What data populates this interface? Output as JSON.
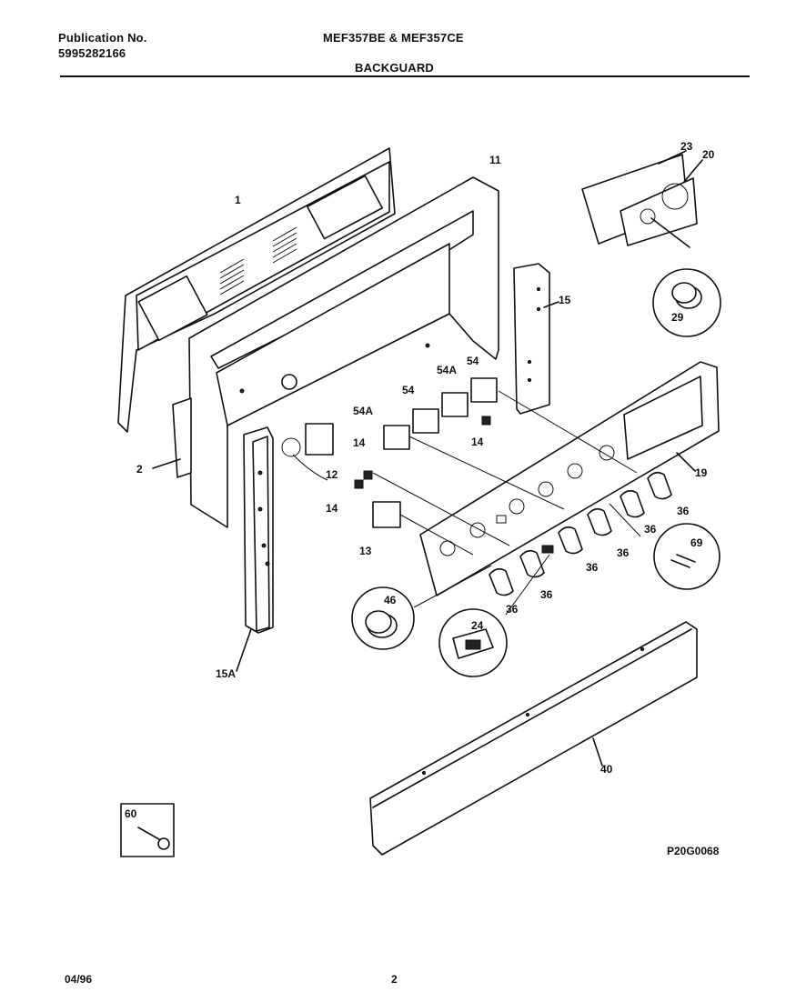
{
  "header": {
    "publication_label": "Publication No.",
    "publication_number": "5995282166",
    "model": "MEF357BE & MEF357CE",
    "section": "BACKGUARD"
  },
  "callouts": {
    "c1": "1",
    "c2": "2",
    "c11": "11",
    "c12": "12",
    "c13": "13",
    "c14a": "14",
    "c14b": "14",
    "c14c": "14",
    "c15": "15",
    "c15a": "15A",
    "c19": "19",
    "c20": "20",
    "c23": "23",
    "c24": "24",
    "c29": "29",
    "c36a": "36",
    "c36b": "36",
    "c36c": "36",
    "c36d": "36",
    "c36e": "36",
    "c36f": "36",
    "c40": "40",
    "c46": "46",
    "c54a": "54",
    "c54b": "54",
    "c54Aa": "54A",
    "c54Ab": "54A",
    "c60": "60",
    "c69": "69"
  },
  "drawing_code": "P20G0068",
  "footer": {
    "date": "04/96",
    "page": "2"
  }
}
